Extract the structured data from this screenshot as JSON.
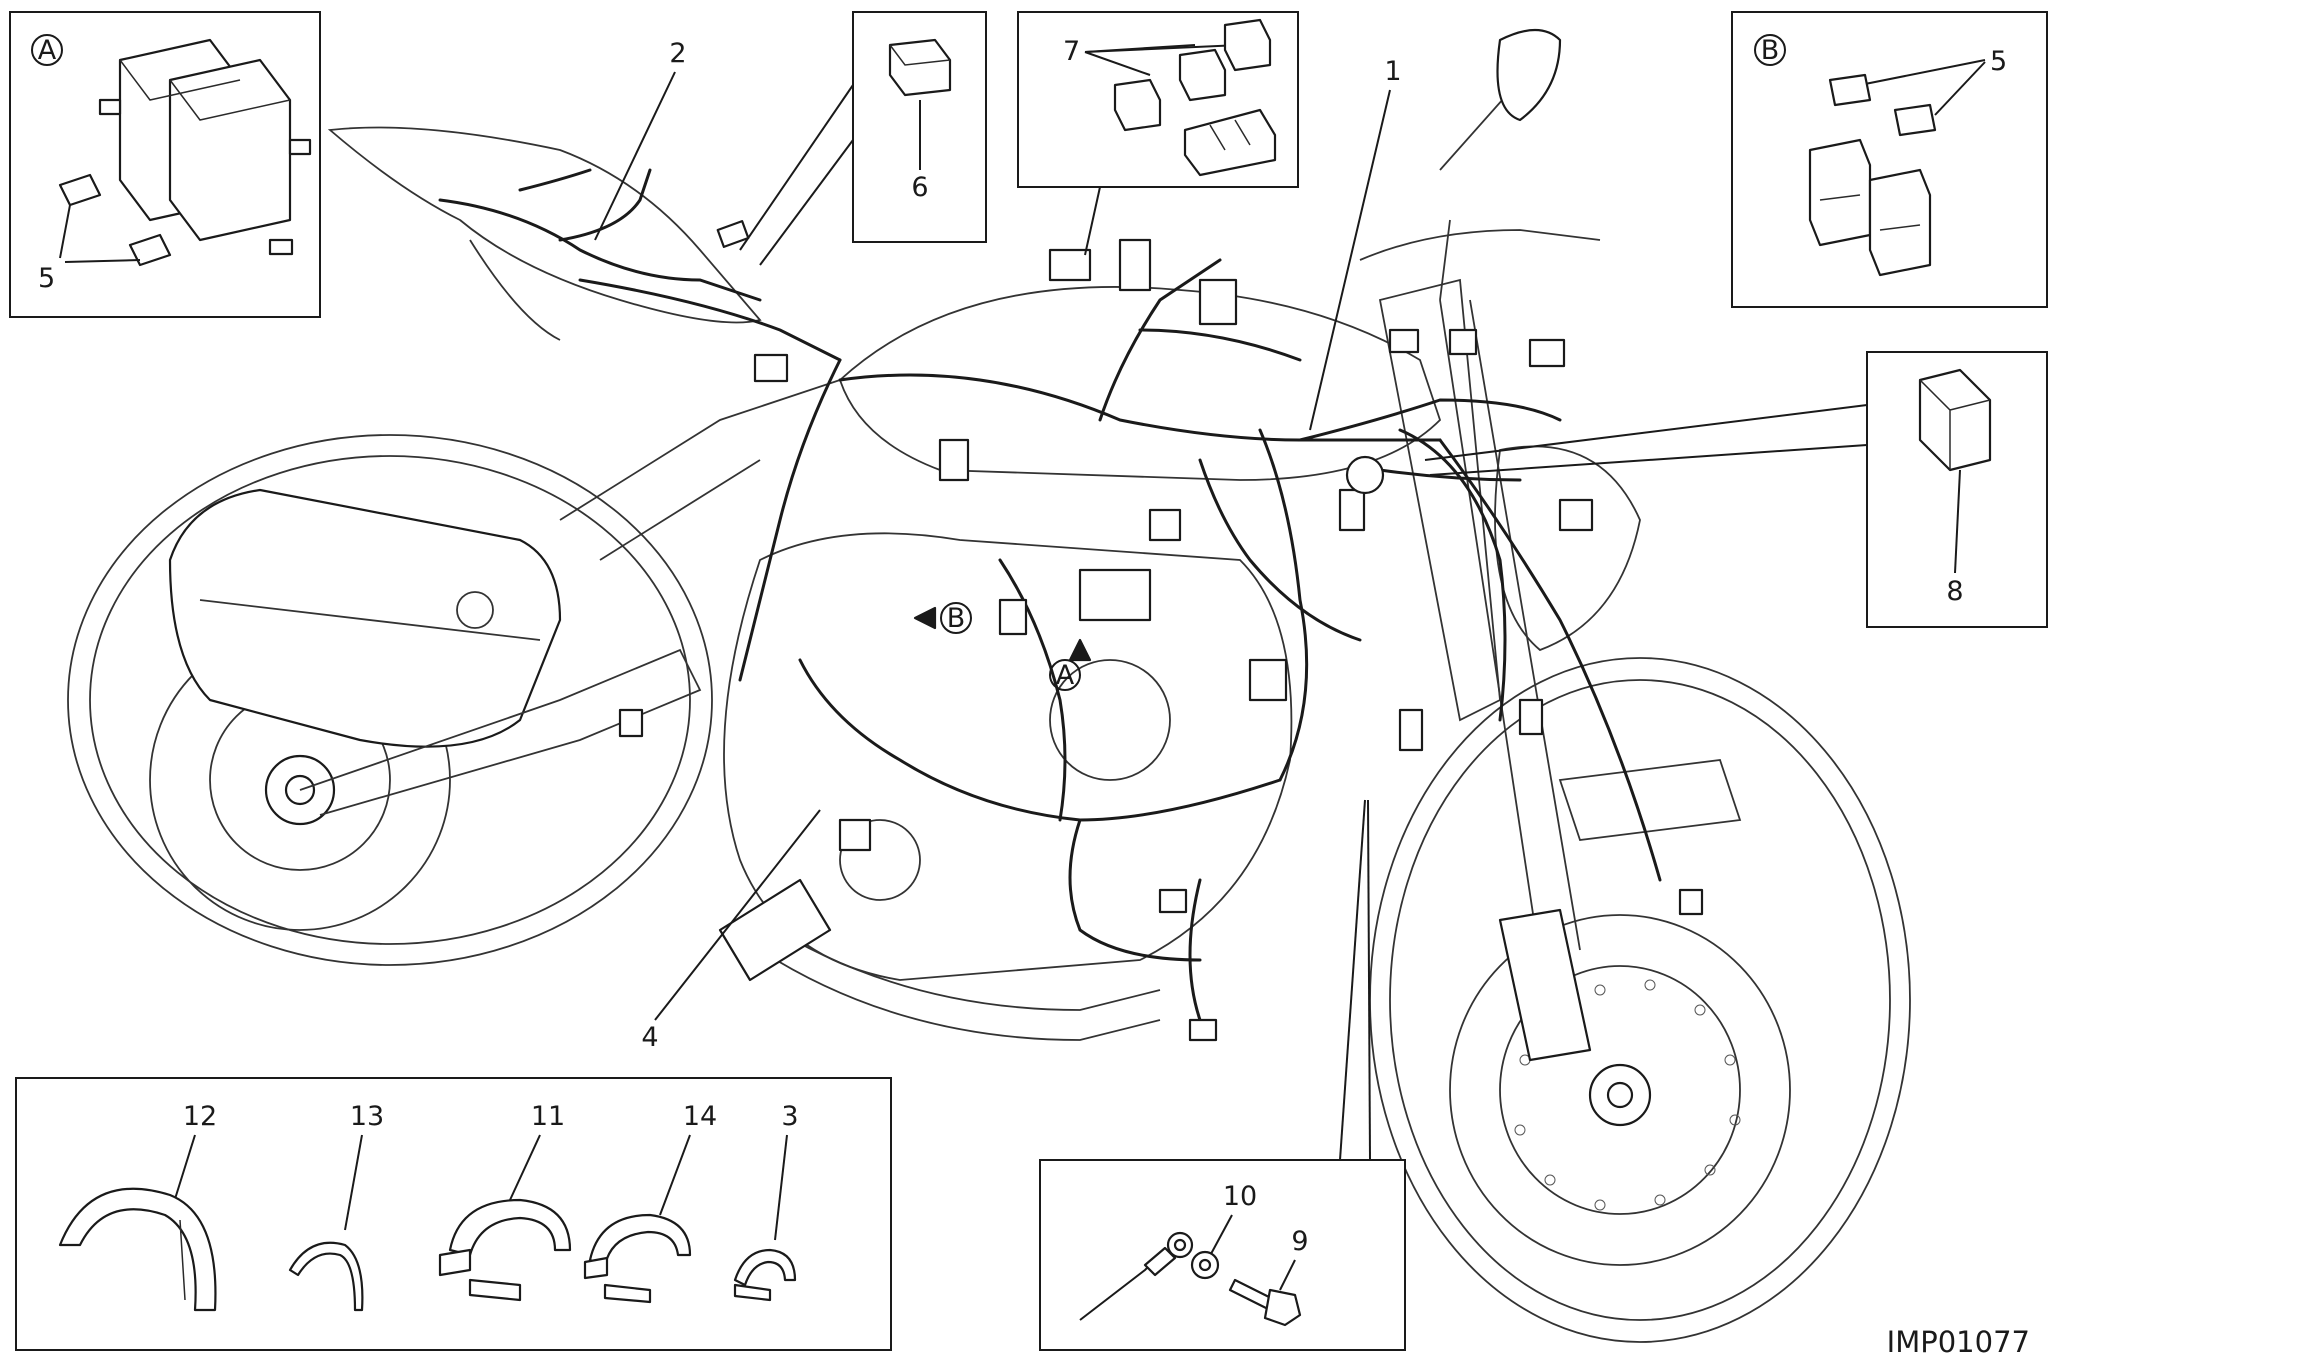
{
  "diagram": {
    "drawing_code": "IMP01077",
    "callouts": {
      "c1": "1",
      "c2": "2",
      "c3": "3",
      "c4": "4",
      "c5a": "5",
      "c5b": "5",
      "c6": "6",
      "c7": "7",
      "c8": "8",
      "c9": "9",
      "c10": "10",
      "c11": "11",
      "c12": "12",
      "c13": "13",
      "c14": "14"
    },
    "detail_markers": {
      "box_a": "A",
      "box_b": "B",
      "bike_a": "A",
      "bike_b": "B"
    }
  }
}
